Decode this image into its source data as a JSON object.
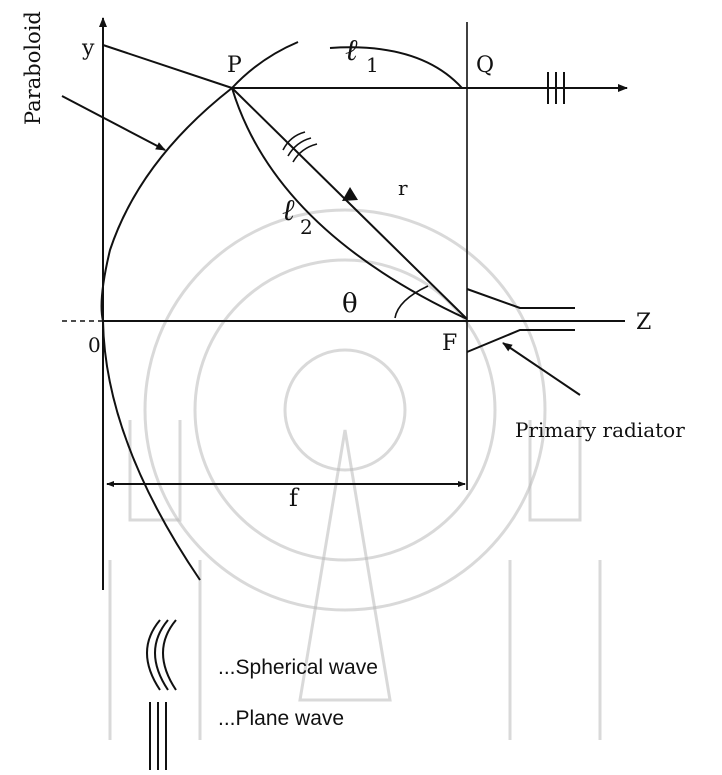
{
  "labels": {
    "y_axis": "y",
    "z_axis": "Z",
    "origin": "0",
    "point_p": "P",
    "point_q": "Q",
    "focus": "F",
    "path_l1": "ℓ",
    "path_l1_sub": "1",
    "path_l2": "ℓ",
    "path_l2_sub": "2",
    "radius": "r",
    "angle": "θ",
    "focal_length": "f",
    "surface": "Paraboloid",
    "feed": "Primary radiator"
  },
  "legend": {
    "spherical": "...Spherical wave",
    "plane": "...Plane wave"
  },
  "colors": {
    "ink": "#111111",
    "watermark": "#b9b9b9"
  }
}
